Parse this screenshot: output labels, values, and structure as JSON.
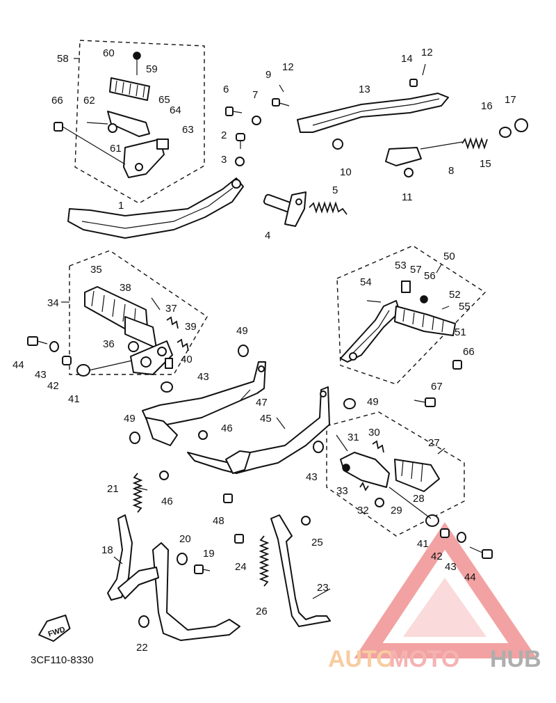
{
  "diagram": {
    "drawing_code": "3CF110-8330",
    "fwd_label": "FWD",
    "watermark": {
      "auto": "AUTO",
      "moto": "MOTO",
      "hub": "HUB",
      "colors": {
        "auto": "#f7c08a",
        "moto": "#f4a0a0",
        "hub": "#9a9a9a",
        "triangle": "#f08c8c"
      }
    },
    "callouts": [
      "1",
      "2",
      "3",
      "4",
      "5",
      "6",
      "7",
      "8",
      "9",
      "10",
      "11",
      "12",
      "12",
      "13",
      "14",
      "15",
      "16",
      "17",
      "18",
      "19",
      "20",
      "21",
      "22",
      "23",
      "24",
      "25",
      "26",
      "27",
      "28",
      "29",
      "30",
      "31",
      "32",
      "33",
      "34",
      "35",
      "36",
      "37",
      "38",
      "39",
      "40",
      "41",
      "41",
      "42",
      "42",
      "43",
      "43",
      "43",
      "43",
      "44",
      "44",
      "45",
      "46",
      "46",
      "47",
      "48",
      "49",
      "49",
      "49",
      "50",
      "51",
      "52",
      "53",
      "54",
      "55",
      "56",
      "57",
      "58",
      "59",
      "60",
      "61",
      "62",
      "63",
      "64",
      "65",
      "66",
      "66",
      "67"
    ]
  }
}
